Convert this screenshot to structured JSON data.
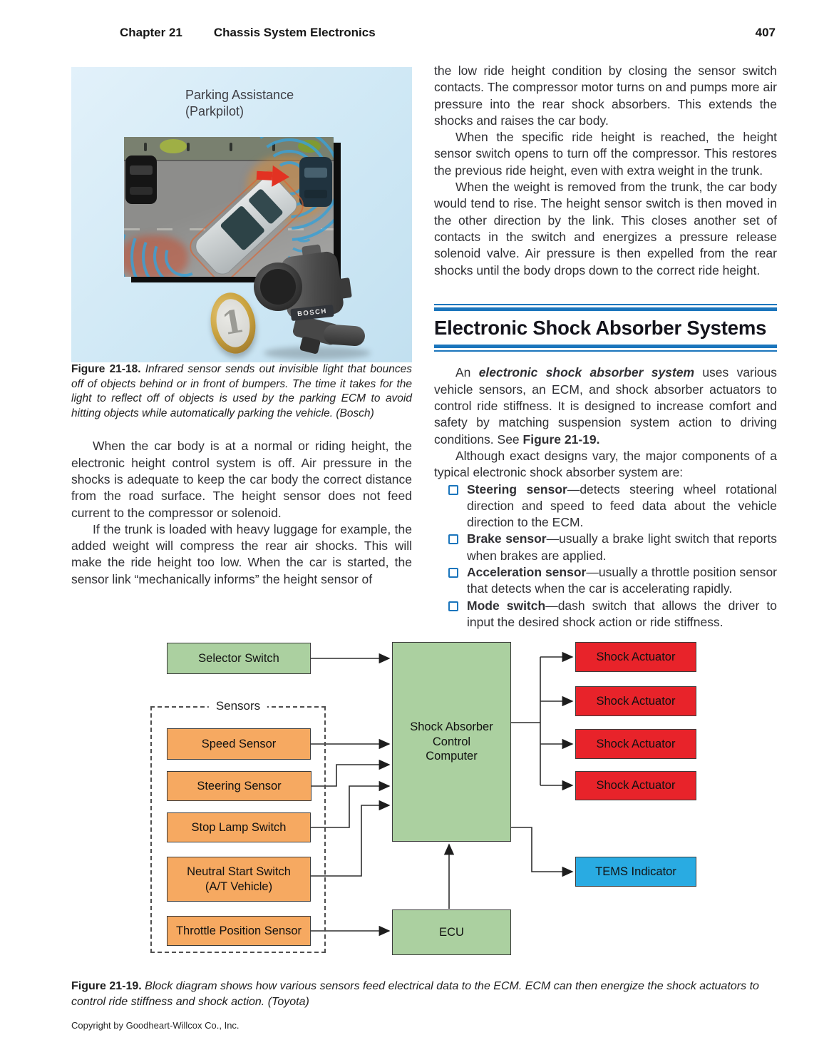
{
  "header": {
    "chapter": "Chapter 21",
    "title": "Chassis System Electronics",
    "page_number": "407"
  },
  "figure18": {
    "label": "Parking Assistance\n(Parkpilot)",
    "brand": "BOSCH",
    "coin_digit": "1",
    "caption_bold": "Figure 21-18.",
    "caption_text": " Infrared sensor sends out invisible light that bounces off of objects behind or in front of bumpers. The time it takes for the light to reflect off of objects is used by the parking ECM to avoid hitting objects while automatically parking the vehicle. (Bosch)"
  },
  "left_column": {
    "para1": "When the car body is at a normal or riding height, the electronic height control system is off. Air pressure in the shocks is adequate to keep the car body the correct distance from the road surface. The height sensor does not feed current to the compressor or solenoid.",
    "para2": "If the trunk is loaded with heavy luggage for example, the added weight will compress the rear air shocks. This will make the ride height too low. When the car is started, the sensor link “mechanically informs” the height sensor of"
  },
  "right_column": {
    "para1": "the low ride height condition by closing the sensor switch contacts. The compressor motor turns on and pumps more air pressure into the rear shock absorbers. This extends the shocks and raises the car body.",
    "para2": "When the specific ride height is reached, the height sensor switch opens to turn off the compressor. This restores the previous ride height, even with extra weight in the trunk.",
    "para3": "When the weight is removed from the trunk, the car body would tend to rise. The height sensor switch is then moved in the other direction by the link. This closes another set of contacts in the switch and energizes a pressure release solenoid valve. Air pressure is then expelled from the rear shocks until the body drops down to the correct ride height.",
    "section_heading": "Electronic Shock Absorber Systems",
    "para4_pre": "An ",
    "para4_term": "electronic shock absorber system",
    "para4_mid": " uses various vehicle sensors, an ECM, and shock absorber actuators to control ride stiffness. It is designed to increase comfort and safety by matching suspension system action to driving conditions. See ",
    "para4_figref": "Figure 21-19.",
    "para5": "Although exact designs vary, the major components of a typical electronic shock absorber system are:",
    "bullets": [
      {
        "term": "Steering sensor",
        "text": "—detects steering wheel rotational direction and speed to feed data about the vehicle direction to the ECM."
      },
      {
        "term": "Brake sensor",
        "text": "—usually a brake light switch that reports when brakes are applied."
      },
      {
        "term": "Acceleration sensor",
        "text": "—usually a throttle position sensor that detects when the car is accelerating rapidly."
      },
      {
        "term": "Mode switch",
        "text": "—dash switch that allows the driver to input the desired shock action or ride stiffness."
      }
    ]
  },
  "diagram": {
    "selector_switch": "Selector Switch",
    "sensors_label": "Sensors",
    "speed_sensor": "Speed Sensor",
    "steering_sensor": "Steering Sensor",
    "stop_lamp_switch": "Stop Lamp Switch",
    "neutral_start_switch": "Neutral Start Switch\n(A/T Vehicle)",
    "throttle_position_sensor": "Throttle Position Sensor",
    "computer": "Shock Absorber\nControl\nComputer",
    "ecu": "ECU",
    "shock_actuator": "Shock Actuator",
    "tems_indicator": "TEMS Indicator",
    "colors": {
      "green": "#abd0a0",
      "orange": "#f6a961",
      "red": "#e8232a",
      "blue": "#29abe2",
      "heading_rule_blue": "#1b75bc",
      "line": "#2e2e2e"
    }
  },
  "figure19": {
    "caption_bold": "Figure 21-19.",
    "caption_text": " Block diagram shows how various sensors feed electrical data to the ECM. ECM can then energize the shock actuators to control ride stiffness and shock action. (Toyota)"
  },
  "footer": {
    "copyright": "Copyright by Goodheart-Willcox Co., Inc."
  }
}
